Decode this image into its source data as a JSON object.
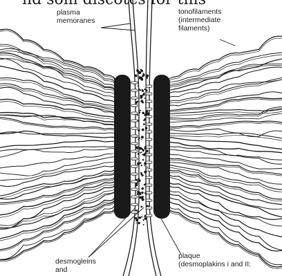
{
  "page_top_text": "nd som discotes for this",
  "labels": {
    "plasma_membranes": [
      "plasma",
      "memoranes"
    ],
    "tonofilaments": [
      "tonofilaments",
      "(intermediate",
      "filaments)"
    ],
    "desmogleins": [
      "desmogleins",
      "and"
    ],
    "plaque": [
      "plaque",
      "(desmoplakins i and II:"
    ]
  },
  "colors": {
    "ink": "#1a1a1a",
    "paper": "#ffffff"
  }
}
